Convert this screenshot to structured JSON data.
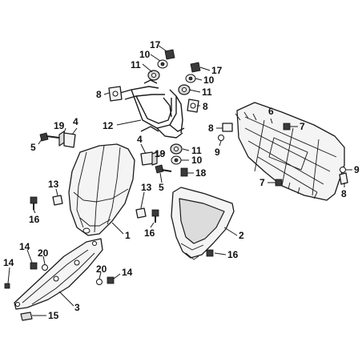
{
  "callouts": [
    {
      "id": "c-17a",
      "text": "17"
    },
    {
      "id": "c-10a",
      "text": "10"
    },
    {
      "id": "c-11a",
      "text": "11"
    },
    {
      "id": "c-17b",
      "text": "17"
    },
    {
      "id": "c-10b",
      "text": "10"
    },
    {
      "id": "c-11b",
      "text": "11"
    },
    {
      "id": "c-8a",
      "text": "8"
    },
    {
      "id": "c-8b",
      "text": "8"
    },
    {
      "id": "c-6",
      "text": "6"
    },
    {
      "id": "c-12",
      "text": "12"
    },
    {
      "id": "c-19a",
      "text": "19"
    },
    {
      "id": "c-4a",
      "text": "4"
    },
    {
      "id": "c-5a",
      "text": "5"
    },
    {
      "id": "c-8c",
      "text": "8"
    },
    {
      "id": "c-7a",
      "text": "7"
    },
    {
      "id": "c-9a",
      "text": "9"
    },
    {
      "id": "c-4b",
      "text": "4"
    },
    {
      "id": "c-19b",
      "text": "19"
    },
    {
      "id": "c-11c",
      "text": "11"
    },
    {
      "id": "c-10c",
      "text": "10"
    },
    {
      "id": "c-18",
      "text": "18"
    },
    {
      "id": "c-7b",
      "text": "7"
    },
    {
      "id": "c-9b",
      "text": "9"
    },
    {
      "id": "c-8d",
      "text": "8"
    },
    {
      "id": "c-13a",
      "text": "13"
    },
    {
      "id": "c-13b",
      "text": "13"
    },
    {
      "id": "c-5b",
      "text": "5"
    },
    {
      "id": "c-16a",
      "text": "16"
    },
    {
      "id": "c-16b",
      "text": "16"
    },
    {
      "id": "c-1",
      "text": "1"
    },
    {
      "id": "c-2",
      "text": "2"
    },
    {
      "id": "c-16c",
      "text": "16"
    },
    {
      "id": "c-14a",
      "text": "14"
    },
    {
      "id": "c-20a",
      "text": "20"
    },
    {
      "id": "c-14b",
      "text": "14"
    },
    {
      "id": "c-20b",
      "text": "20"
    },
    {
      "id": "c-14c",
      "text": "14"
    },
    {
      "id": "c-3",
      "text": "3"
    },
    {
      "id": "c-15",
      "text": "15"
    }
  ]
}
